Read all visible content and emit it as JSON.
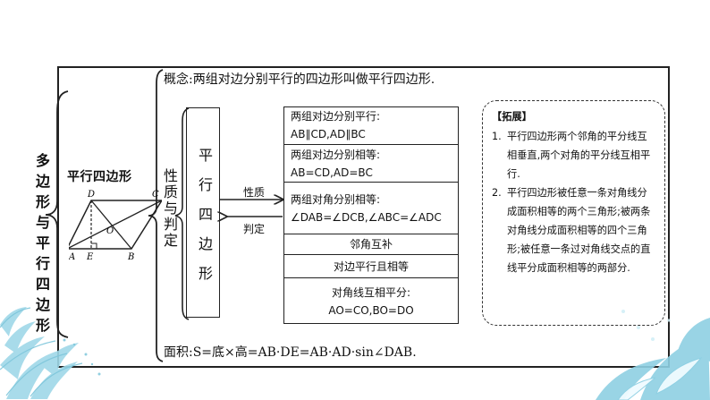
{
  "main_title": "多边形与平行四边形",
  "subject_title": "平行四边形",
  "section_title": "性质与判定",
  "concept": "概念:两组对边分别平行的四边形叫做平行四边形.",
  "vertical_box_title": "平行四边形",
  "arrows": {
    "forward": "性质",
    "backward": "判定"
  },
  "table": {
    "rows": [
      {
        "lines": [
          "两组对边分别平行:",
          "AB∥CD,AD∥BC"
        ]
      },
      {
        "lines": [
          "两组对边分别相等:",
          "AB=CD,AD=BC"
        ]
      },
      {
        "lines": [
          "两组对角分别相等:",
          "∠DAB=∠DCB,∠ABC=∠ADC"
        ]
      },
      {
        "lines": [
          "邻角互补"
        ]
      },
      {
        "lines": [
          "对边平行且相等"
        ]
      },
      {
        "lines": [
          "对角线互相平分:",
          "AO=CO,BO=DO"
        ]
      }
    ]
  },
  "area": "面积:S=底×高=AB·DE=AB·AD·sin∠DAB.",
  "note": {
    "title": "【拓展】",
    "items": [
      {
        "num": "1.",
        "text": "平行四边形两个邻角的平分线互相垂直,两个对角的平分线互相平行."
      },
      {
        "num": "2.",
        "text": "平行四边形被任意一条对角线分成面积相等的两个三角形;被两条对角线分成面积相等的四个三角形;被任意一条过对角线交点的直线平分成面积相等的两部分."
      }
    ]
  },
  "diagram_labels": {
    "D": "D",
    "C": "C",
    "O": "O",
    "A": "A",
    "E": "E",
    "B": "B"
  },
  "colors": {
    "line": "#222222",
    "decor": "#9fd8e8",
    "decor_dark": "#7ec6db"
  }
}
